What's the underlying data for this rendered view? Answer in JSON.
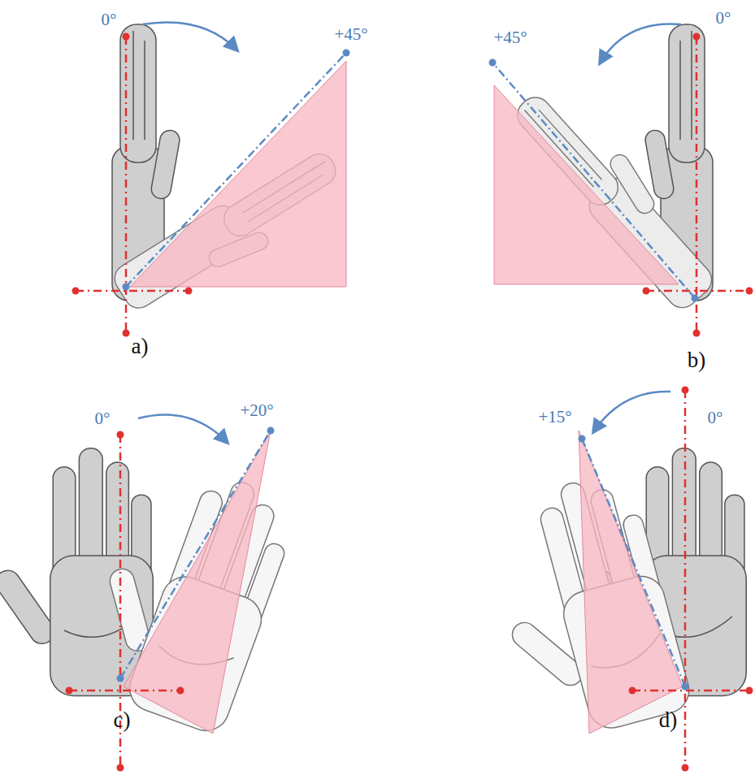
{
  "diagram": {
    "labels": [
      "0°",
      "+45°",
      "a)",
      "+45°",
      "0°",
      "b)",
      "0°",
      "+20°",
      "c)",
      "+15°",
      "0°",
      "d)"
    ]
  }
}
